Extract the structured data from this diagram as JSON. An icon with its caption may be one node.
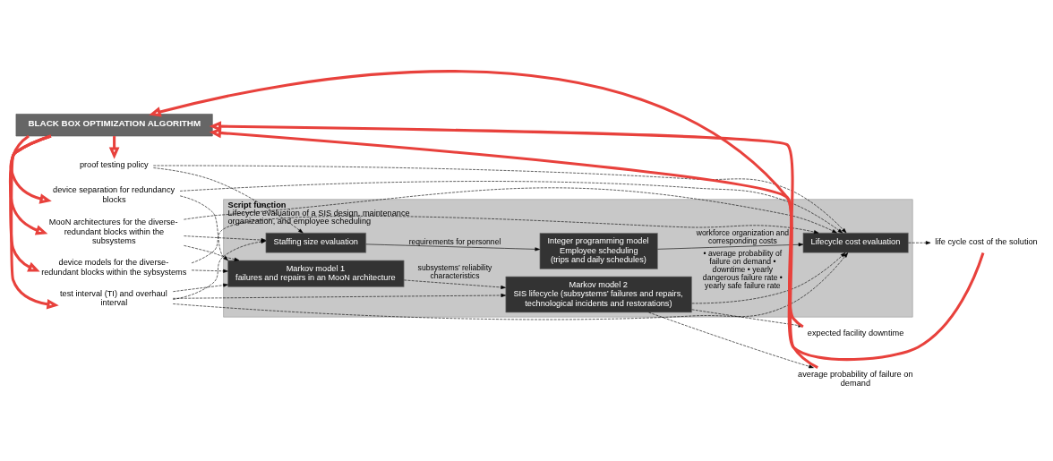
{
  "diagram": {
    "nodes": [
      {
        "text": [
          "BLACK BOX OPTIMIZATION ALGORITHM"
        ]
      },
      {
        "text": [
          "Script function",
          "Lifecycle evaluation of a SIS design, maintenance organization, and employee scheduling"
        ]
      },
      {
        "text": [
          "Markov model 1",
          "failures and repairs in an MooN architecture"
        ],
        "in": 1
      },
      {
        "text": [
          "Markov model 2",
          "SIS lifecycle (subsystems’ failures and repairs, technological incidents and restorations)"
        ],
        "in": 1
      },
      {
        "text": [
          "Staffing size evaluation"
        ],
        "in": 1
      },
      {
        "text": [
          "Integer programming model",
          "Employee scheduling",
          "(trips and daily schedules)"
        ],
        "in": 1
      },
      {
        "text": [
          "Lifecycle cost evaluation"
        ],
        "in": 1
      },
      {
        "text": [
          "device models for the diverse-redundant blocks within the sybsystems"
        ]
      },
      {
        "text": [
          "MooN architectures for the diverse-redundant blocks within the  subsystems"
        ]
      },
      {
        "text": [
          "device separation for redundancy blocks"
        ]
      },
      {
        "text": [
          "test interval (TI) and overhaul interval"
        ]
      },
      {
        "text": [
          "proof testing policy"
        ]
      },
      {
        "text": [
          "average probability of failure on demand"
        ]
      },
      {
        "text": [
          "expected facility downtime"
        ]
      },
      {
        "text": [
          "life cycle cost of the solution"
        ]
      }
    ],
    "edges": [
      {
        "from": 0,
        "to": 7,
        "arrow": "to",
        "style": "thick",
        "color": "#e8413c"
      },
      {
        "from": 0,
        "to": 8,
        "arrow": "to",
        "style": "thick",
        "color": "#e8413c"
      },
      {
        "from": 0,
        "to": 9,
        "arrow": "to",
        "style": "thick",
        "color": "#e8413c"
      },
      {
        "from": 0,
        "to": 10,
        "arrow": "to",
        "style": "thick",
        "color": "#e8413c"
      },
      {
        "from": 0,
        "to": 11,
        "arrow": "to",
        "style": "thick",
        "color": "#e8413c"
      },
      {
        "from": 7,
        "to": 2,
        "arrow": "to",
        "style": "dashed"
      },
      {
        "from": 8,
        "to": 2,
        "arrow": "to",
        "style": "dashed"
      },
      {
        "from": 9,
        "to": 2,
        "arrow": "to",
        "style": "dashed"
      },
      {
        "from": 10,
        "to": 2,
        "arrow": "to",
        "style": "dashed"
      },
      {
        "from": 10,
        "to": 3,
        "arrow": "to",
        "style": "dashed"
      },
      {
        "from": 8,
        "to": 4,
        "arrow": "to",
        "style": "dashed"
      },
      {
        "from": 10,
        "to": 4,
        "arrow": "to",
        "style": "dashed"
      },
      {
        "from": 11,
        "to": 4,
        "arrow": "to",
        "style": "dashed"
      },
      {
        "from": 7,
        "to": 6,
        "arrow": "to",
        "style": "dashed"
      },
      {
        "from": 8,
        "to": 6,
        "arrow": "to",
        "style": "dashed"
      },
      {
        "from": 9,
        "to": 6,
        "arrow": "to",
        "style": "dashed"
      },
      {
        "from": 10,
        "to": 6,
        "arrow": "to",
        "style": "dashed"
      },
      {
        "from": 11,
        "to": 6,
        "arrow": "to",
        "style": "dashed"
      },
      {
        "from": 2,
        "to": 3,
        "arrow": "to",
        "style": "dashed",
        "label": "subsystems’ reliability characteristics"
      },
      {
        "from": 4,
        "to": 5,
        "arrow": "to",
        "label": "requirements for personnel"
      },
      {
        "from": 5,
        "to": 6,
        "arrow": "to",
        "label": "workforce organization and corresponding costs"
      },
      {
        "from": 3,
        "to": 6,
        "arrow": "to",
        "style": "dashed",
        "label": "• average probability of failure on demand • downtime • yearly dangerous failure rate • yearly safe failure rate"
      },
      {
        "from": 3,
        "to": 12,
        "arrow": "to",
        "style": "dashed"
      },
      {
        "from": 3,
        "to": 13,
        "arrow": "to",
        "style": "dashed"
      },
      {
        "from": 6,
        "to": 14,
        "arrow": "to",
        "style": "dashed"
      },
      {
        "from": 12,
        "to": 0,
        "arrow": "to",
        "style": "thick",
        "color": "#e8413c"
      },
      {
        "from": 13,
        "to": 0,
        "arrow": "to",
        "style": "thick",
        "color": "#e8413c"
      },
      {
        "from": 14,
        "to": 0,
        "arrow": "to",
        "style": "thick",
        "color": "#e8413c"
      }
    ]
  }
}
